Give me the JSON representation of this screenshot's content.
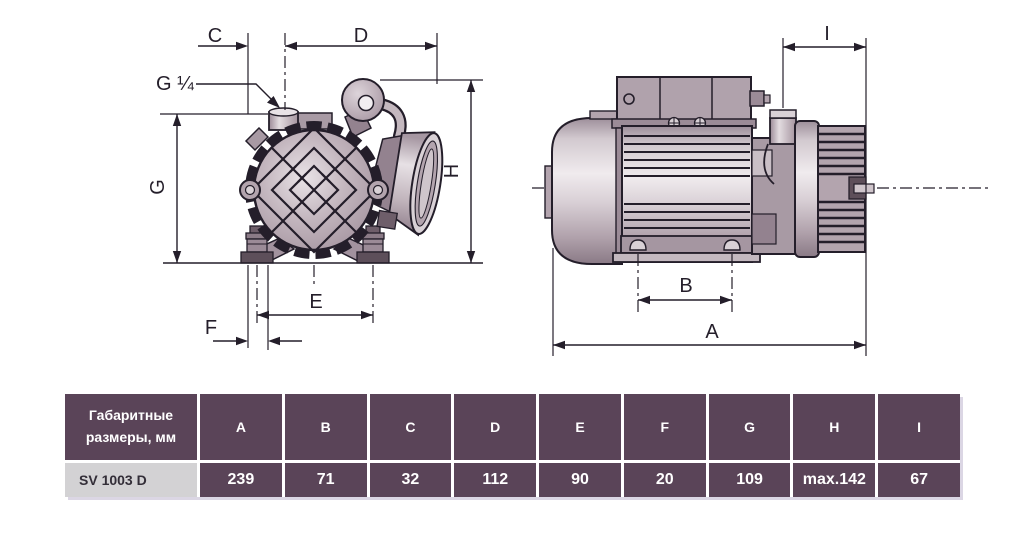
{
  "drawing": {
    "labels": {
      "c": "C",
      "d": "D",
      "g_quarter": "G ¼",
      "g": "G",
      "h": "H",
      "e": "E",
      "f": "F",
      "i": "I",
      "b": "B",
      "a": "A"
    }
  },
  "table": {
    "header_label": "Габаритные размеры, мм",
    "columns": [
      "A",
      "B",
      "C",
      "D",
      "E",
      "F",
      "G",
      "H",
      "I"
    ],
    "row": {
      "model": "SV 1003 D",
      "values": [
        "239",
        "71",
        "32",
        "112",
        "90",
        "20",
        "109",
        "max.142",
        "67"
      ]
    }
  },
  "colors": {
    "table_header_bg": "#5a4458",
    "table_row_bg": "#d3d2d4",
    "outline": "#241e2a",
    "body_light": "#d9d1d6",
    "body_mid": "#b3a4ae",
    "body_dark": "#93828f"
  }
}
